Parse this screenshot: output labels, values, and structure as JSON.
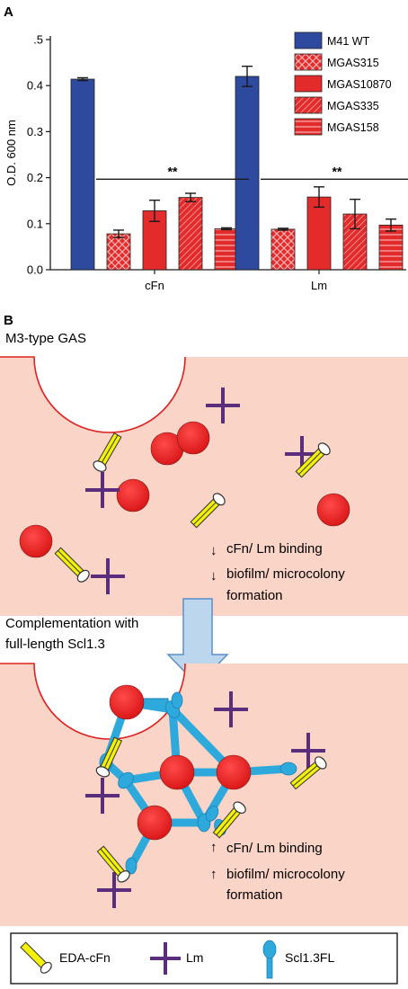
{
  "figure": {
    "panel_a_label": "A",
    "panel_b_label": "B"
  },
  "chart_data": {
    "type": "bar",
    "title": "",
    "xlabel": "",
    "ylabel": "O.D. 600 nm",
    "ylim": [
      0,
      0.5
    ],
    "yticks": [
      0.0,
      0.1,
      0.2,
      0.3,
      0.4,
      0.5
    ],
    "ytick_labels": [
      "0.0",
      "0.1",
      "0.2",
      "0.3",
      "0.4",
      ".5"
    ],
    "categories": [
      "cFn",
      "Lm"
    ],
    "series": [
      {
        "name": "M41 WT",
        "values": [
          0.414,
          0.42
        ],
        "errors": [
          0.003,
          0.022
        ],
        "color": "#2e4a9e",
        "pattern": "solid"
      },
      {
        "name": "MGAS315",
        "values": [
          0.078,
          0.088
        ],
        "errors": [
          0.008,
          0.002
        ],
        "color": "#e32b2b",
        "pattern": "crosshatch"
      },
      {
        "name": "MGAS10870",
        "values": [
          0.128,
          0.158
        ],
        "errors": [
          0.023,
          0.022
        ],
        "color": "#e32b2b",
        "pattern": "solid"
      },
      {
        "name": "MGAS335",
        "values": [
          0.157,
          0.121
        ],
        "errors": [
          0.009,
          0.032
        ],
        "color": "#e32b2b",
        "pattern": "diagonal"
      },
      {
        "name": "MGAS158",
        "values": [
          0.089,
          0.097
        ],
        "errors": [
          0.002,
          0.013
        ],
        "color": "#e32b2b",
        "pattern": "horizontal"
      }
    ],
    "significance": [
      {
        "category": "cFn",
        "label": "**",
        "y": 0.222
      },
      {
        "category": "Lm",
        "label": "**",
        "y": 0.222
      }
    ],
    "legend_position": "top-right",
    "grid": false
  },
  "panel_b": {
    "top_title": "M3-type GAS",
    "top_note_line1": "cFn/ Lm binding",
    "top_note_line2": "biofilm/ microcolony",
    "top_note_line3": "formation",
    "top_arrow": "down",
    "middle_text_line1": "Complementation with",
    "middle_text_line2": "full-length Scl1.3",
    "bottom_note_line1": "cFn/ Lm binding",
    "bottom_note_line2": "biofilm/ microcolony",
    "bottom_note_line3": "formation",
    "bottom_arrow": "up",
    "colors": {
      "host_fill": "#fad4c6",
      "host_edge": "#dd2222",
      "bacterium": "#e31e1e",
      "scl": "#2ea9dc",
      "lm": "#5b2d7d",
      "cfn": "#f3f00a",
      "arrow_fill": "#bcd6ee",
      "arrow_edge": "#5b8fc7"
    }
  },
  "legend_b": {
    "items": [
      {
        "label": "EDA-cFn",
        "icon": "eda-cfn-icon"
      },
      {
        "label": "Lm",
        "icon": "laminin-cross-icon"
      },
      {
        "label": "Scl1.3FL",
        "icon": "scl-lollipop-icon"
      }
    ]
  }
}
